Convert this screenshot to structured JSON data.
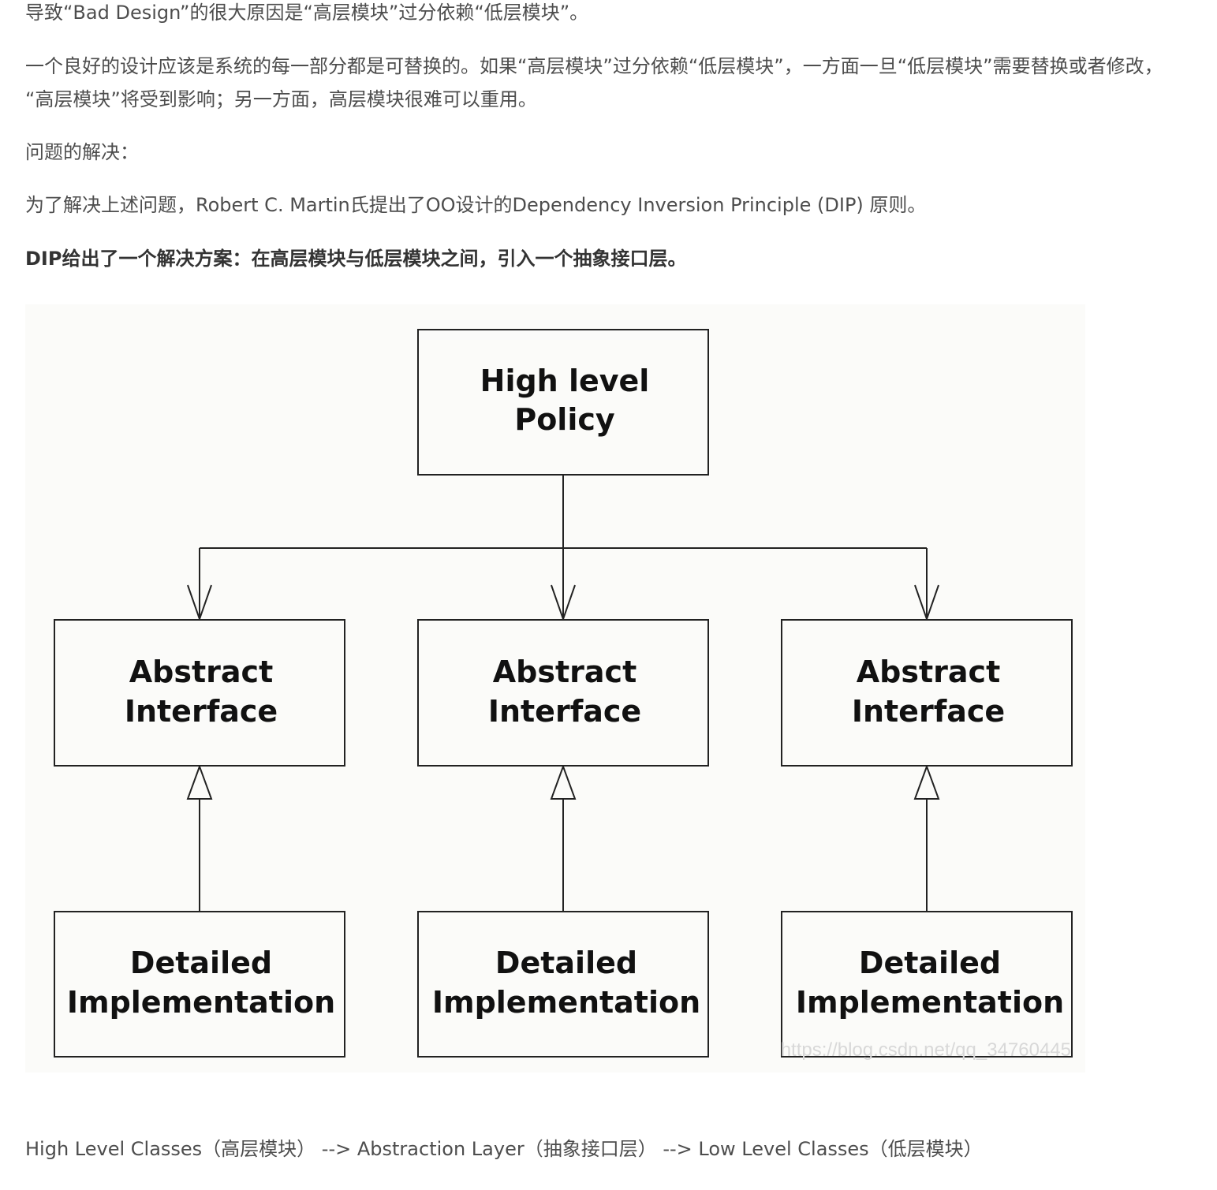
{
  "article": {
    "paragraphs": [
      "导致“Bad Design”的很大原因是“高层模块”过分依赖“低层模块”。",
      "一个良好的设计应该是系统的每一部分都是可替换的。如果“高层模块”过分依赖“低层模块”，一方面一旦“低层模块”需要替换或者修改，",
      "“高层模块”将受到影响；另一方面，高层模块很难可以重用。",
      "问题的解决：",
      "为了解决上述问题，Robert C. Martin氏提出了OO设计的Dependency Inversion Principle (DIP) 原则。",
      "DIP给出了一个解决方案：在高层模块与低层模块之间，引入一个抽象接口层。",
      "High Level Classes（高层模块） --> Abstraction Layer（抽象接口层） --> Low Level Classes（低层模块）"
    ]
  },
  "diagram": {
    "nodes": {
      "policy": [
        "High level",
        "Policy"
      ],
      "interface_1": [
        "Abstract",
        "Interface"
      ],
      "interface_2": [
        "Abstract",
        "Interface"
      ],
      "interface_3": [
        "Abstract",
        "Interface"
      ],
      "impl_1": [
        "Detailed",
        "Implementation"
      ],
      "impl_2": [
        "Detailed",
        "Implementation"
      ],
      "impl_3": [
        "Detailed",
        "Implementation"
      ]
    },
    "edges": [
      {
        "from": "policy",
        "to": "interface_1",
        "kind": "dependency"
      },
      {
        "from": "policy",
        "to": "interface_2",
        "kind": "dependency"
      },
      {
        "from": "policy",
        "to": "interface_3",
        "kind": "dependency"
      },
      {
        "from": "impl_1",
        "to": "interface_1",
        "kind": "realization"
      },
      {
        "from": "impl_2",
        "to": "interface_2",
        "kind": "realization"
      },
      {
        "from": "impl_3",
        "to": "interface_3",
        "kind": "realization"
      }
    ],
    "watermark": "https://blog.csdn.net/qq_34760445"
  }
}
